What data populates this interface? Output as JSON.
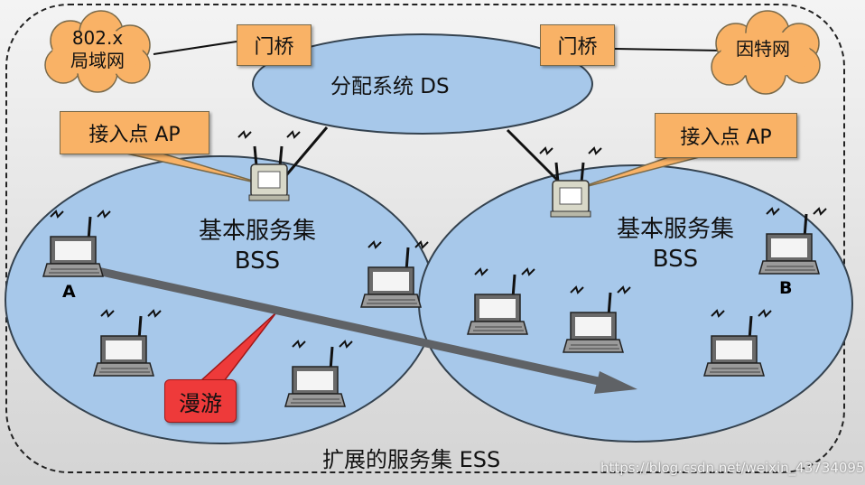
{
  "diagram": {
    "ess_label": "扩展的服务集 ESS",
    "ds_label": "分配系统 DS",
    "bridges": [
      "门桥",
      "门桥"
    ],
    "clouds": [
      {
        "line1": "802.x",
        "line2": "局域网"
      },
      {
        "line1": "因特网",
        "line2": ""
      }
    ],
    "access_points": [
      "接入点 AP",
      "接入点 AP"
    ],
    "bss": [
      {
        "line1": "基本服务集",
        "line2": "BSS"
      },
      {
        "line1": "基本服务集",
        "line2": "BSS"
      }
    ],
    "nodes": {
      "a": "A",
      "b": "B"
    },
    "roaming_label": "漫游",
    "watermark": "https://blog.csdn.net/weixin_43734095"
  },
  "colors": {
    "ellipse_fill": "#a7c8ea",
    "ellipse_stroke": "#34424f",
    "callout": "#f9b266",
    "roam": "#ee3a3a",
    "arrow": "#5f6266"
  }
}
